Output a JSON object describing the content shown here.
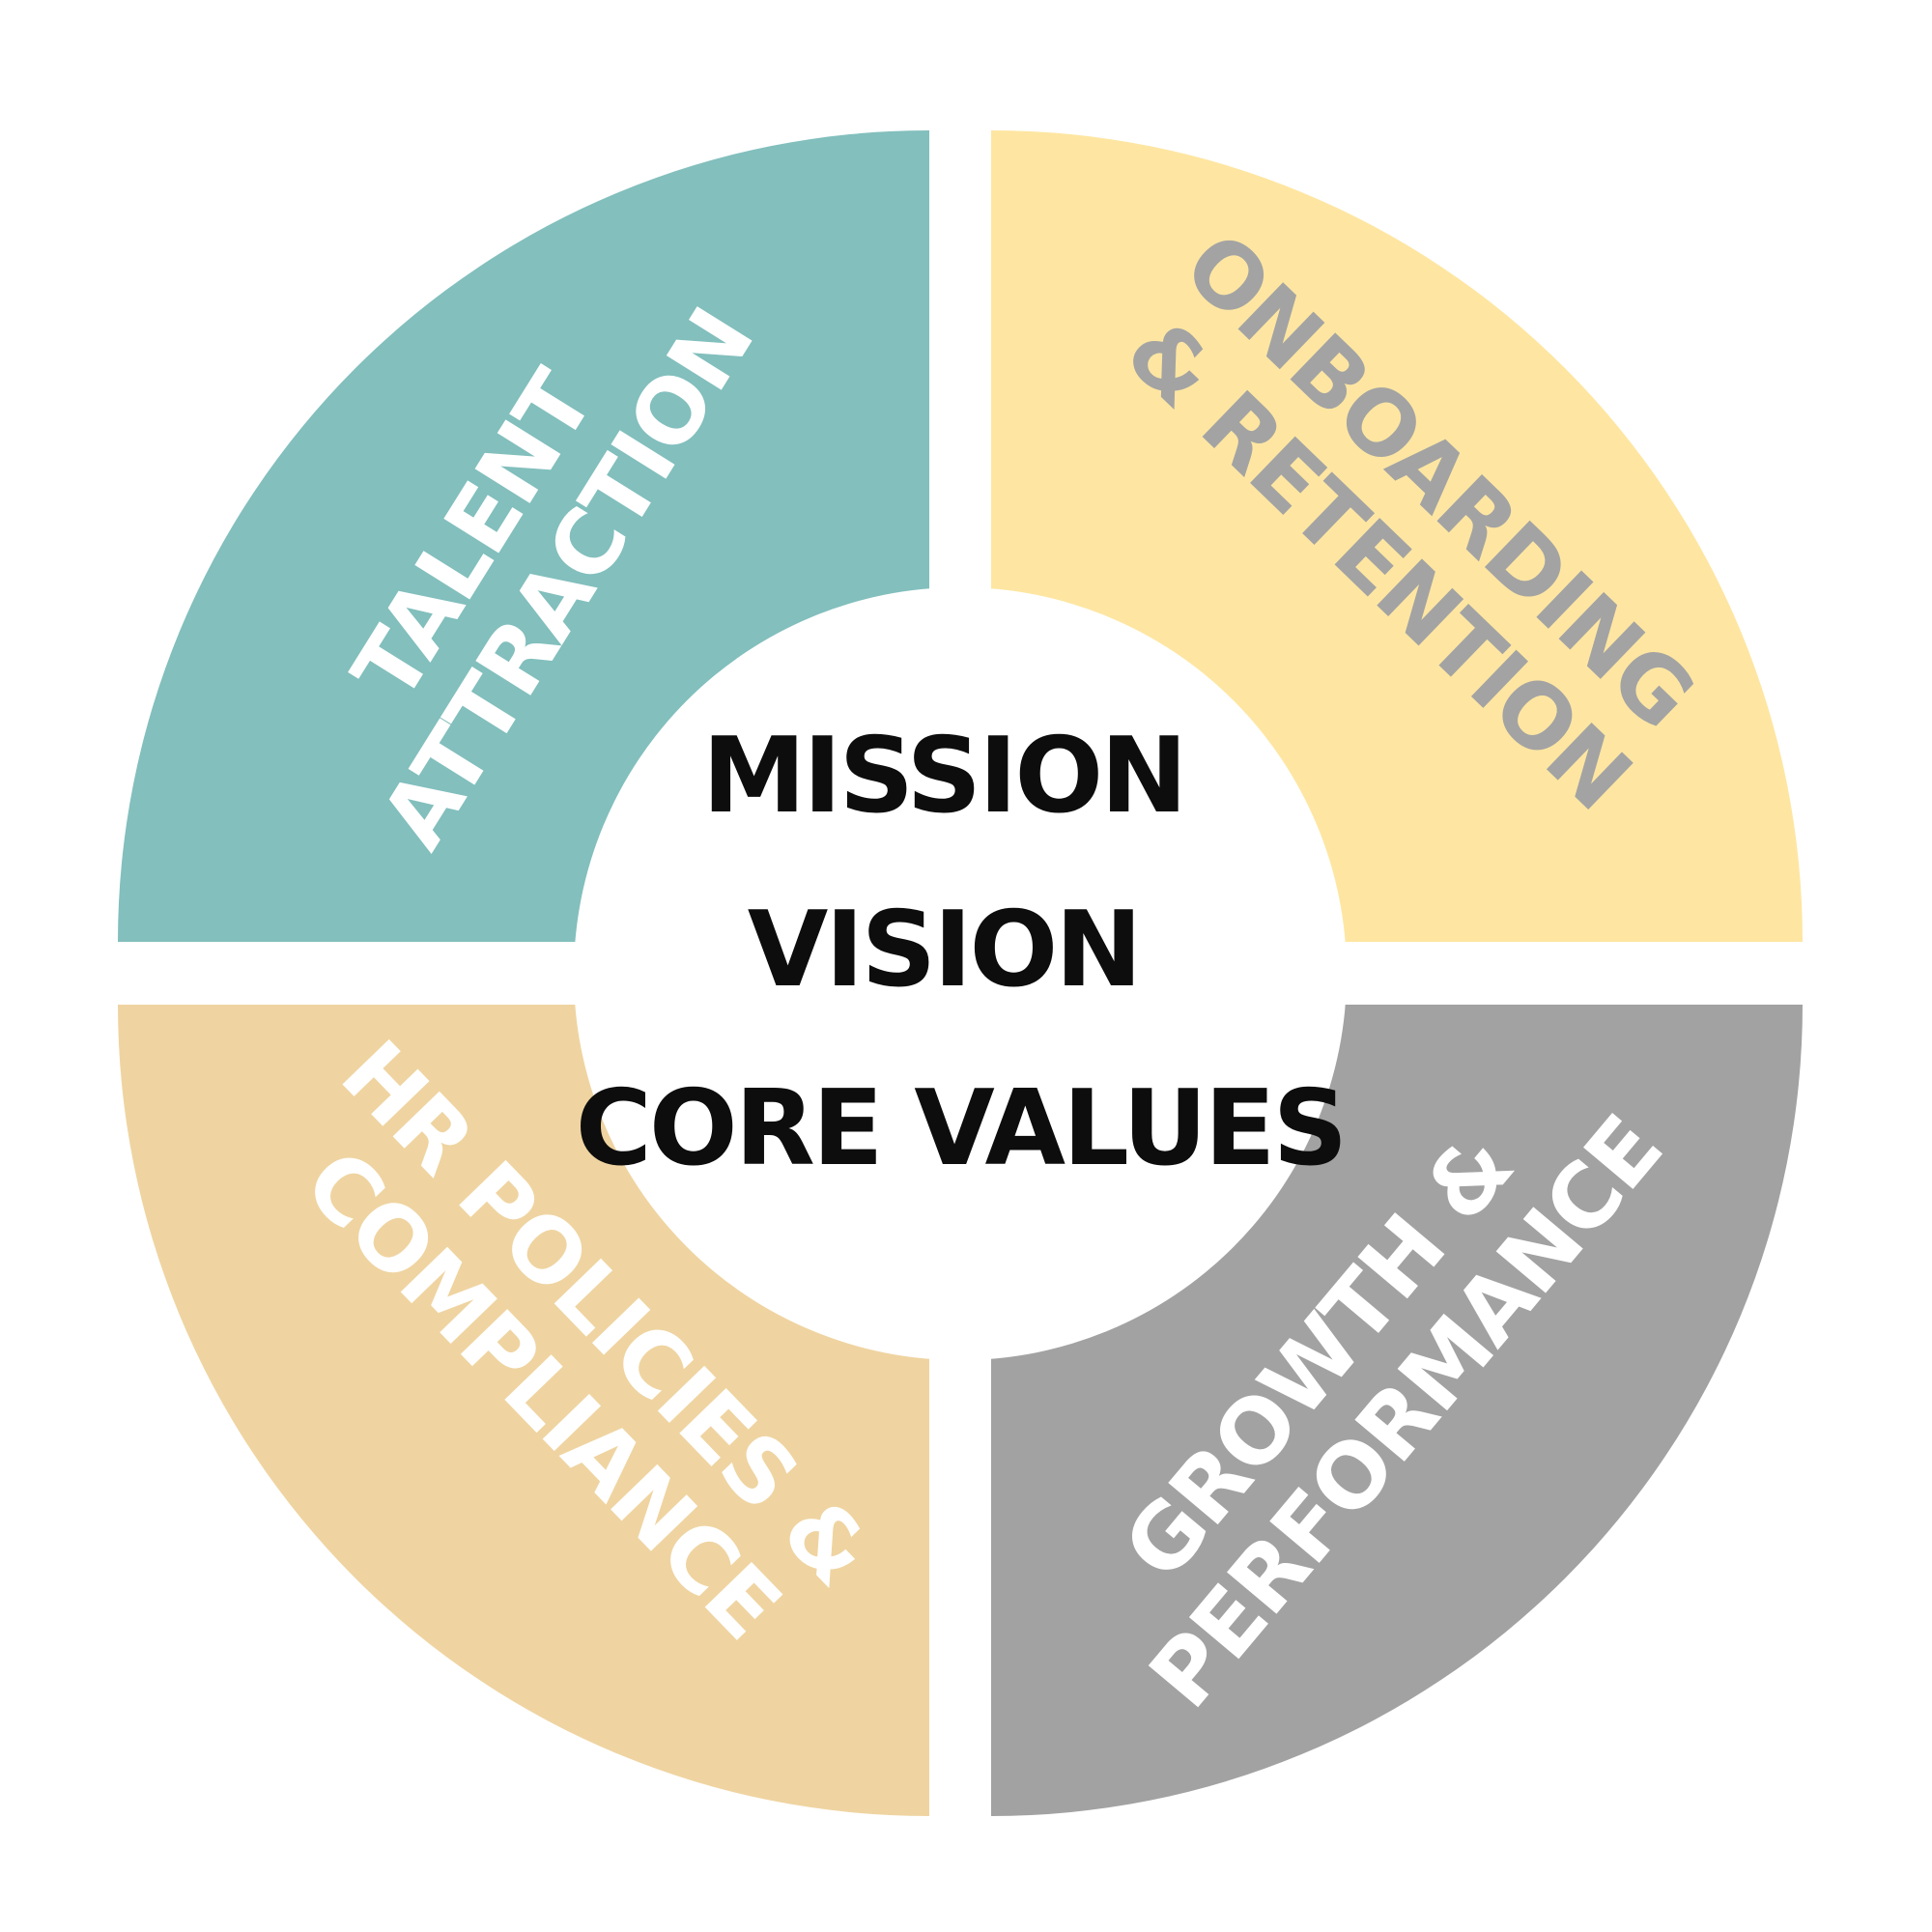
{
  "diagram": {
    "center": {
      "lines": [
        "MISSION",
        "VISION",
        "CORE VALUES"
      ],
      "text_color": "#0d0d0d",
      "fill": "#ffffff"
    },
    "segments": [
      {
        "id": "talent-attraction",
        "lines": [
          "TALENT",
          "ATTRACTION"
        ],
        "fill": "#82bfbd",
        "text_color": "#ffffff"
      },
      {
        "id": "onboarding-retention",
        "lines": [
          "ONBOARDING",
          "& RETENTION"
        ],
        "fill": "#fee6a2",
        "text_color": "#a3a3a3"
      },
      {
        "id": "growth-performance",
        "lines": [
          "GROWTH &",
          "PERFORMANCE"
        ],
        "fill": "#a3a2a3",
        "text_color": "#ffffff"
      },
      {
        "id": "hr-policies-compliance",
        "lines": [
          "HR POLICIES &",
          "COMPLIANCE"
        ],
        "fill": "#efd4a1",
        "text_color": "#ffffff"
      }
    ]
  }
}
